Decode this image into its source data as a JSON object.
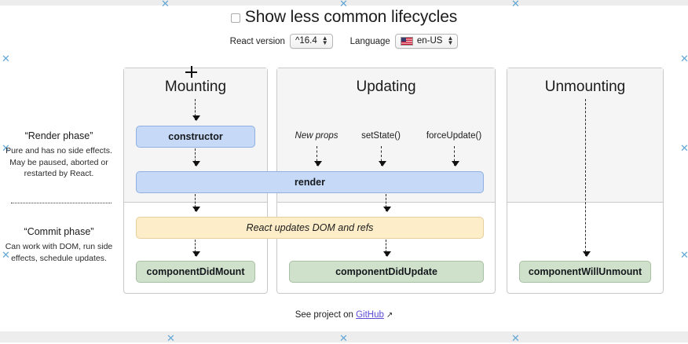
{
  "header": {
    "checkbox_label": "Show less common lifecycles",
    "checkbox_checked": false,
    "react_version_label": "React version",
    "react_version_value": "^16.4",
    "language_label": "Language",
    "language_value": "en-US",
    "flag_icon": "us-flag-icon"
  },
  "phases": [
    {
      "title": "“Render phase”",
      "description": "Pure and has no side effects. May be paused, aborted or restarted by React."
    },
    {
      "title": "“Commit phase”",
      "description": "Can work with DOM, run side effects, schedule updates."
    }
  ],
  "columns": [
    {
      "title": "Mounting"
    },
    {
      "title": "Updating"
    },
    {
      "title": "Unmounting"
    }
  ],
  "triggers": [
    {
      "label": "New props",
      "italic": true
    },
    {
      "label": "setState()",
      "italic": false
    },
    {
      "label": "forceUpdate()",
      "italic": false
    }
  ],
  "nodes": {
    "constructor": "constructor",
    "render": "render",
    "dom_refs": "React updates DOM and refs",
    "did_mount": "componentDidMount",
    "did_update": "componentDidUpdate",
    "will_unmount": "componentWillUnmount"
  },
  "colors": {
    "render_node": "#c6d9f7",
    "commit_node": "#cfe0cb",
    "dom_node": "#fdeec9",
    "render_zone_bg": "#f5f5f5",
    "link": "#5b4bd6",
    "watermark": "#63a7d6"
  },
  "footer": {
    "text_before": "See project on ",
    "link_label": "GitHub",
    "external_icon": "external-link-icon"
  }
}
